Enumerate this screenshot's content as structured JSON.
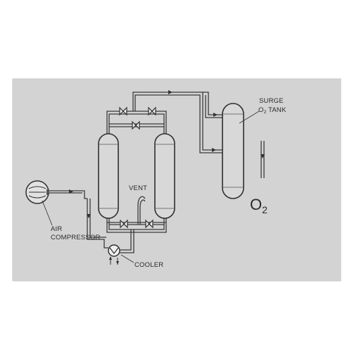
{
  "labels": {
    "surge_tank_line1": "SURGE",
    "surge_tank_line2_pre": "O",
    "surge_tank_line2_sub": "2",
    "surge_tank_line2_post": " TANK",
    "vent": "VENT",
    "air_compressor_line1": "AIR",
    "air_compressor_line2": "COMPRESSOR",
    "cooler": "COOLER",
    "oxygen_outlet_main": "O",
    "oxygen_outlet_sub": "2"
  },
  "colors": {
    "background_panel": "#d3d3d3",
    "line": "#3a3a3a",
    "vessel_fill": "#d8d8d8"
  },
  "icons": {
    "compressor": "fan-compressor-icon",
    "cooler": "heat-exchanger-icon",
    "valves": "butterfly-valve-icon"
  }
}
